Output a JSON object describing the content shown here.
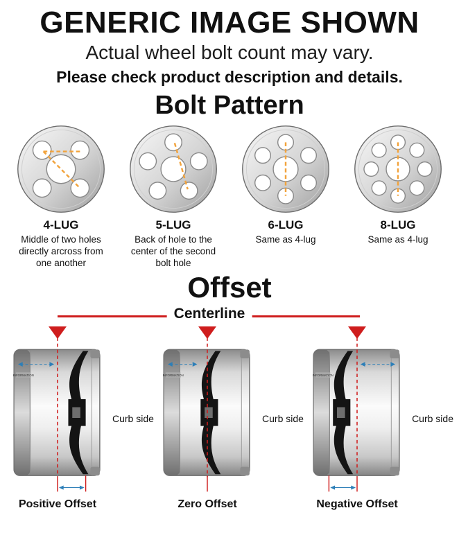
{
  "header": {
    "title": "GENERIC IMAGE SHOWN",
    "subtitle": "Actual wheel bolt count may vary.",
    "note": "Please check product description and details."
  },
  "bolt_pattern": {
    "heading": "Bolt Pattern",
    "items": [
      {
        "label": "4-LUG",
        "description": "Middle of two holes directly arcross from one another"
      },
      {
        "label": "5-LUG",
        "description": "Back of hole to the center of the second bolt hole"
      },
      {
        "label": "6-LUG",
        "description": "Same as 4-lug"
      },
      {
        "label": "8-LUG",
        "description": "Same as 4-lug"
      }
    ]
  },
  "offset": {
    "heading": "Offset",
    "centerline_label": "Centerline",
    "stamp": "INFORMATION",
    "items": [
      {
        "label": "Positive Offset",
        "curb": "Curb side"
      },
      {
        "label": "Zero Offset",
        "curb": "Curb side"
      },
      {
        "label": "Negative Offset",
        "curb": "Curb side"
      }
    ]
  },
  "colors": {
    "marker_red": "#cf1d1d",
    "dash_orange": "#f2a33c",
    "arrow_blue": "#2d7fb8"
  }
}
